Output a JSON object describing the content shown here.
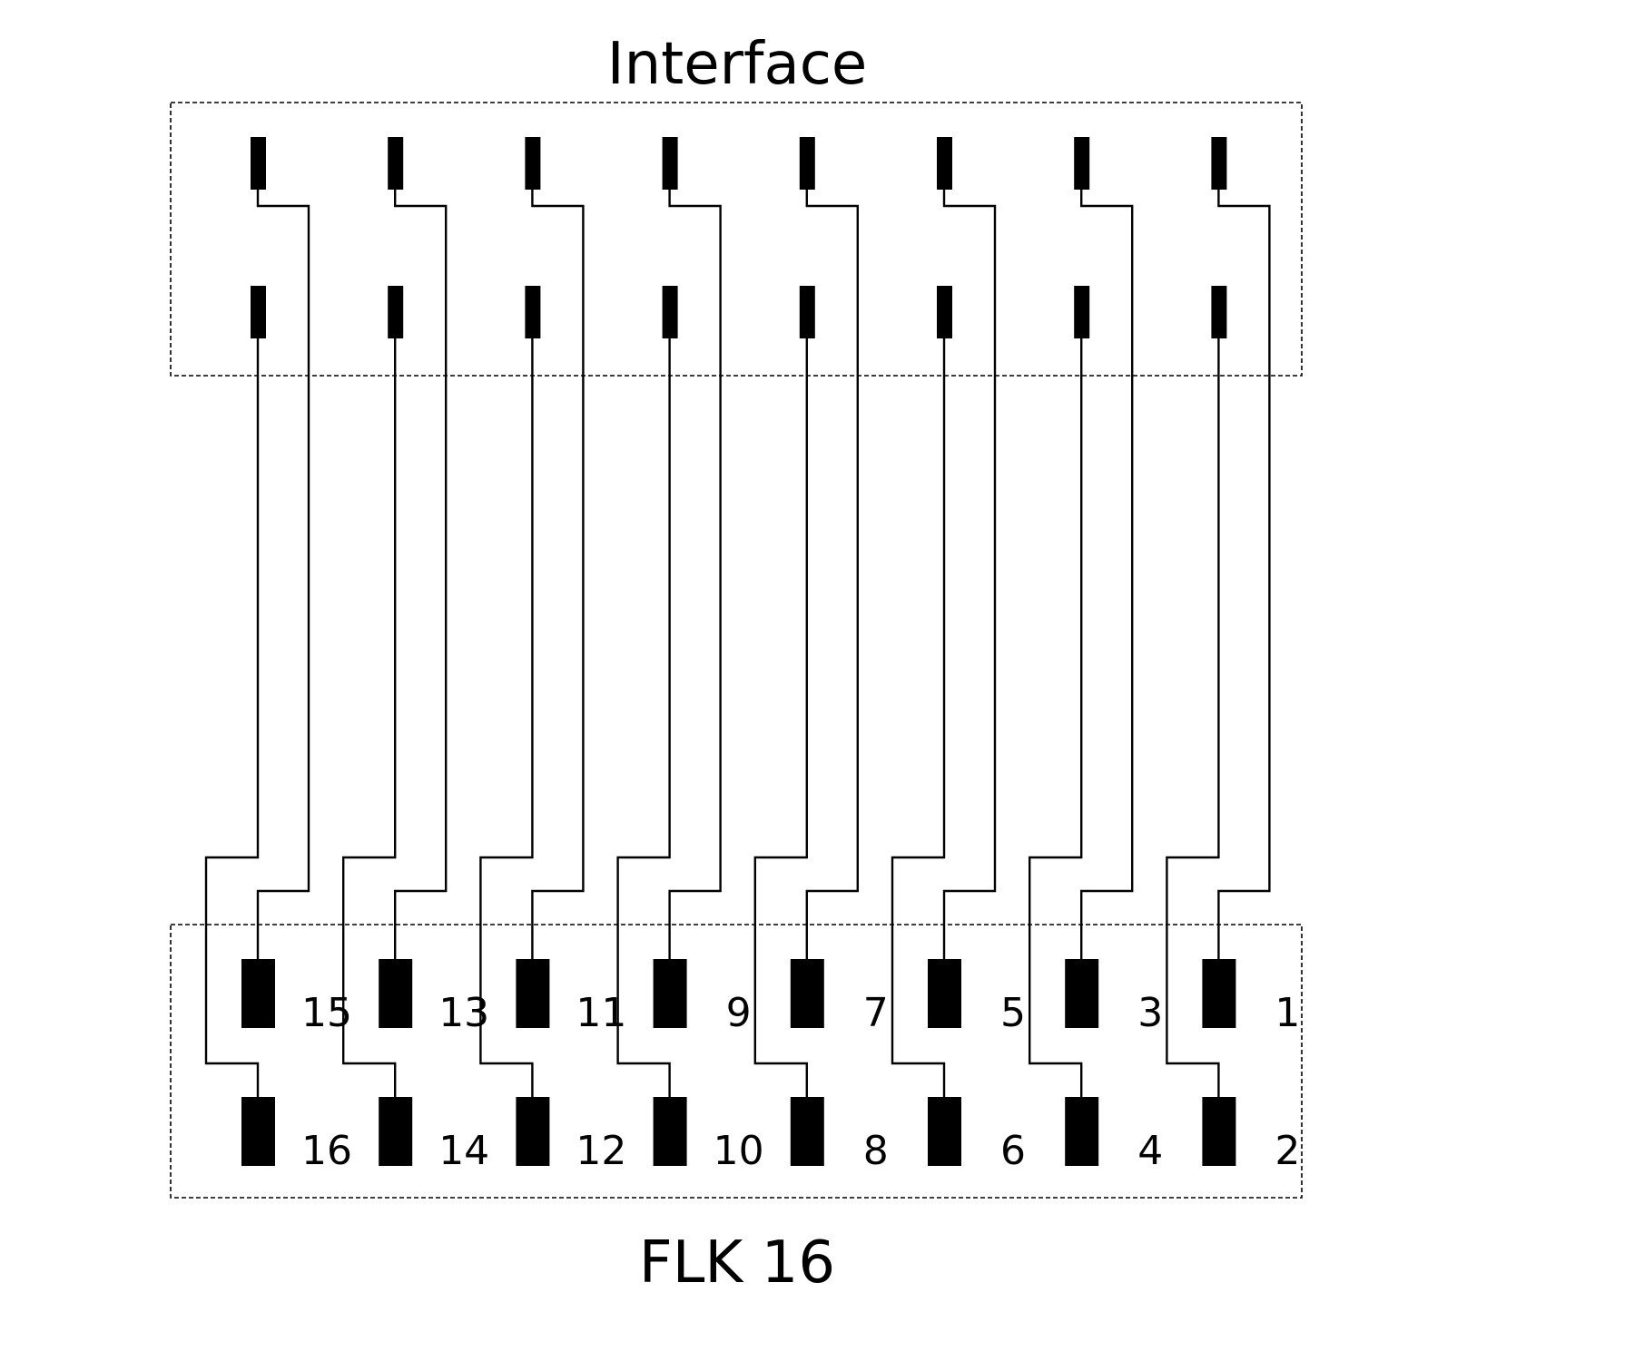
{
  "interface_label": "Interface",
  "device_label": "FLK 16",
  "pins": [
    {
      "top": "15",
      "bottom": "16"
    },
    {
      "top": "13",
      "bottom": "14"
    },
    {
      "top": "11",
      "bottom": "12"
    },
    {
      "top": "9",
      "bottom": "10"
    },
    {
      "top": "7",
      "bottom": "8"
    },
    {
      "top": "5",
      "bottom": "6"
    },
    {
      "top": "3",
      "bottom": "4"
    },
    {
      "top": "1",
      "bottom": "2"
    }
  ],
  "colors": {
    "ink": "#000000",
    "background": "#ffffff"
  }
}
